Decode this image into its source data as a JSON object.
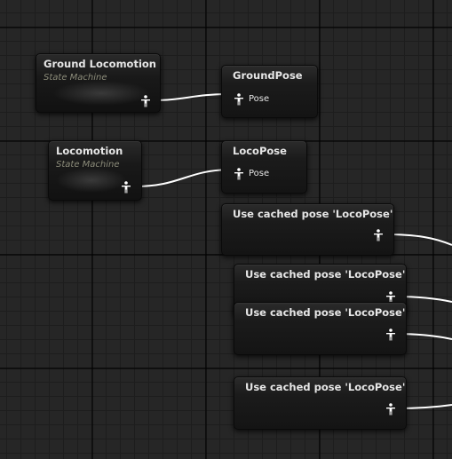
{
  "colors": {
    "canvas_background": "#262626",
    "node_title": "#e6e6e6",
    "node_subtitle": "#8c8c7a",
    "wire": "#ffffff"
  },
  "icons": {
    "pose_pin": "person-pose-icon"
  },
  "state_machines": [
    {
      "title": "Ground Locomotion",
      "subtitle": "State Machine"
    },
    {
      "title": "Locomotion",
      "subtitle": "State Machine"
    }
  ],
  "save_cached_pose": [
    {
      "title": "GroundPose",
      "pin_label": "Pose"
    },
    {
      "title": "LocoPose",
      "pin_label": "Pose"
    }
  ],
  "use_cached_pose": [
    {
      "title": "Use cached pose 'LocoPose'"
    },
    {
      "title": "Use cached pose 'LocoPose'"
    },
    {
      "title": "Use cached pose 'LocoPose'"
    },
    {
      "title": "Use cached pose 'LocoPose'"
    }
  ]
}
